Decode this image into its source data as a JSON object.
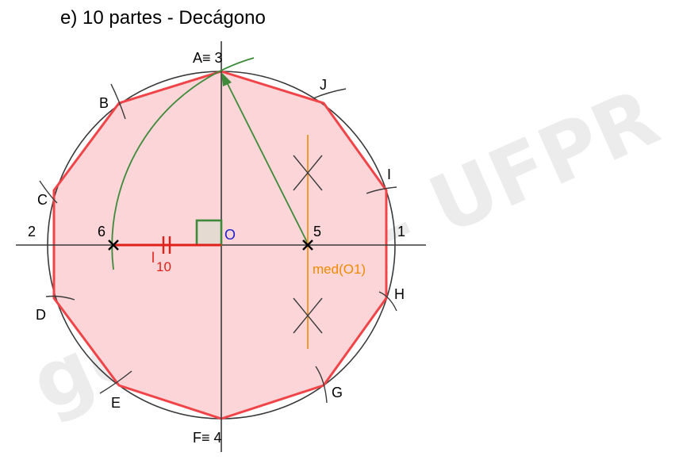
{
  "title": "e) 10 partes - Decágono",
  "watermark": "geegraf - UFPR",
  "labels": {
    "A": "A≡ 3",
    "F": "F≡ 4",
    "B": "B",
    "C": "C",
    "D": "D",
    "E": "E",
    "G": "G",
    "H": "H",
    "I": "I",
    "J": "J",
    "one": "1",
    "two": "2",
    "five": "5",
    "six": "6",
    "center": "O",
    "side_main": "l",
    "side_sub": "10",
    "bisector": "med(O1)"
  },
  "colors": {
    "polygon_stroke": "#f04448",
    "polygon_fill": "#fbd5d7",
    "arc_green": "#3e8a3a",
    "bisector_orange": "#f29a2e",
    "center_blue": "#1f1fcc",
    "square_fill": "#e5dad2"
  }
}
